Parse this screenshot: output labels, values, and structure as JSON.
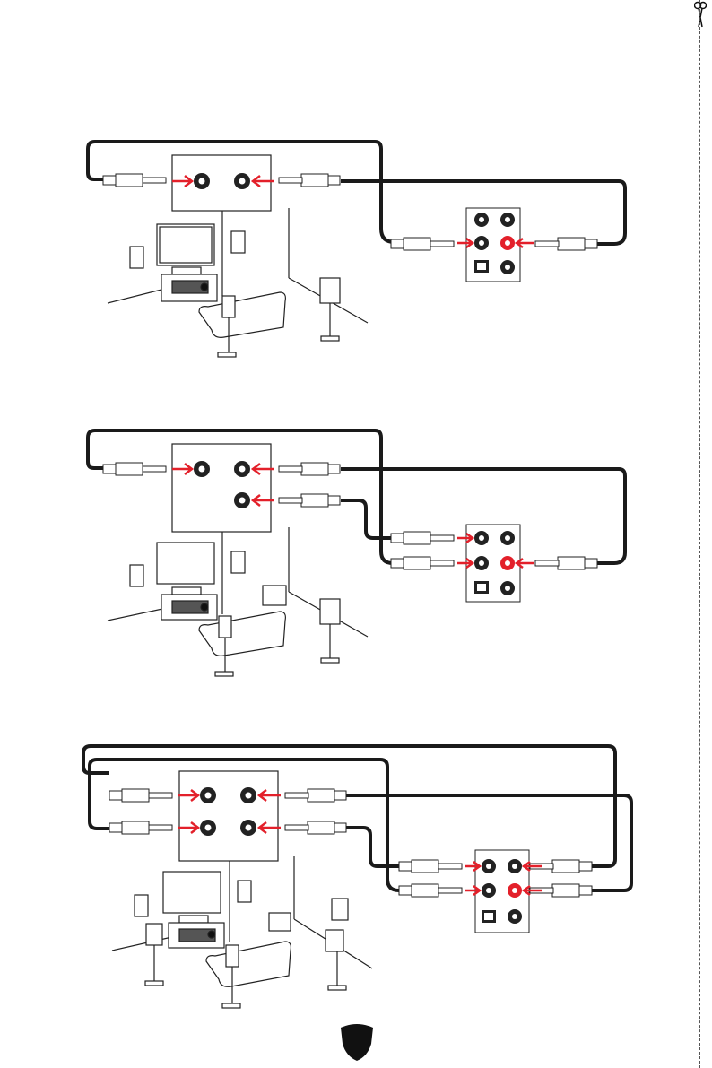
{
  "page": {
    "background": "#ffffff",
    "accent": "#e3202a",
    "cable_color": "#1a1a1a"
  },
  "cut_marker": {
    "icon": "scissors-icon"
  },
  "diagrams": [
    {
      "id": "2ch",
      "amplifier_jacks": 2,
      "panel_jacks_connected": 2,
      "speakers": 3
    },
    {
      "id": "4ch",
      "amplifier_jacks": 3,
      "panel_jacks_connected": 3,
      "speakers": 5
    },
    {
      "id": "6ch",
      "amplifier_jacks": 4,
      "panel_jacks_connected": 4,
      "speakers": 7
    }
  ],
  "footer": {
    "icon": "shield-logo-icon"
  }
}
